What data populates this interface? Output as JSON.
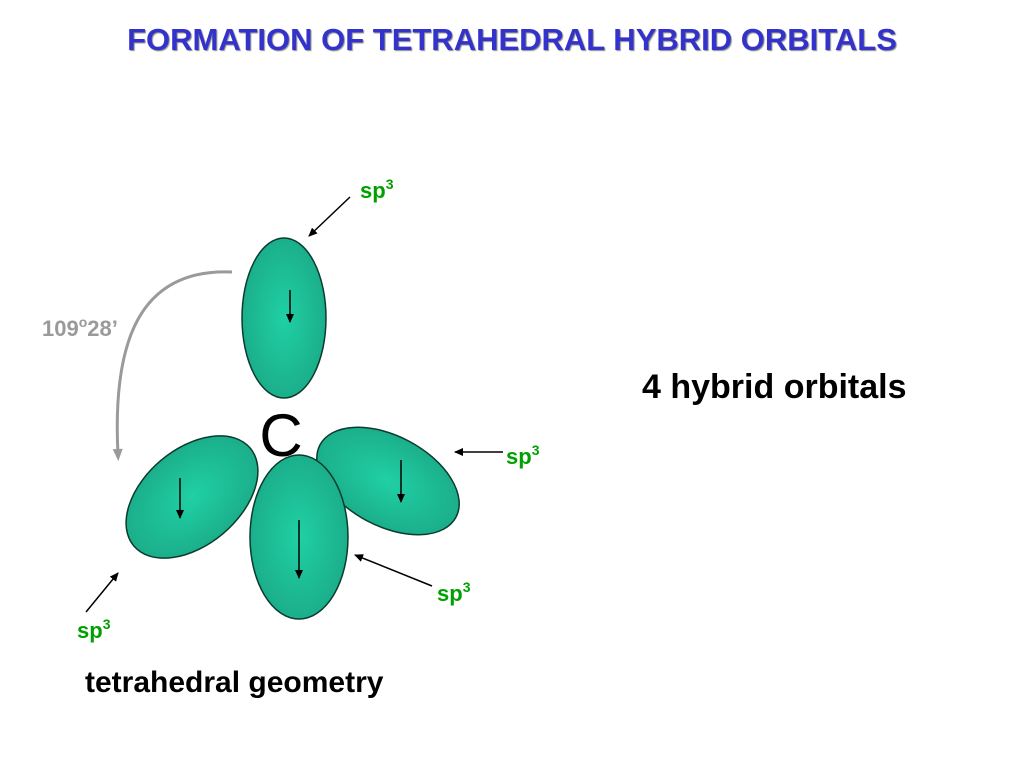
{
  "title": "FORMATION OF TETRAHEDRAL HYBRID ORBITALS",
  "atom": "C",
  "orbital_label": {
    "base": "sp",
    "sup": "3"
  },
  "angle": {
    "deg": "109",
    "sup": "o",
    "min": "28’"
  },
  "right_label": "4 hybrid orbitals",
  "bottom_label": "tetrahedral geometry",
  "colors": {
    "title": "#3333cc",
    "orbital_fill": "#1aa886",
    "orbital_center": "#20d0a4",
    "orbital_stroke": "#0b3b2e",
    "label_green": "#00a000",
    "angle_gray": "#9a9a9a",
    "arrow": "#000000"
  }
}
